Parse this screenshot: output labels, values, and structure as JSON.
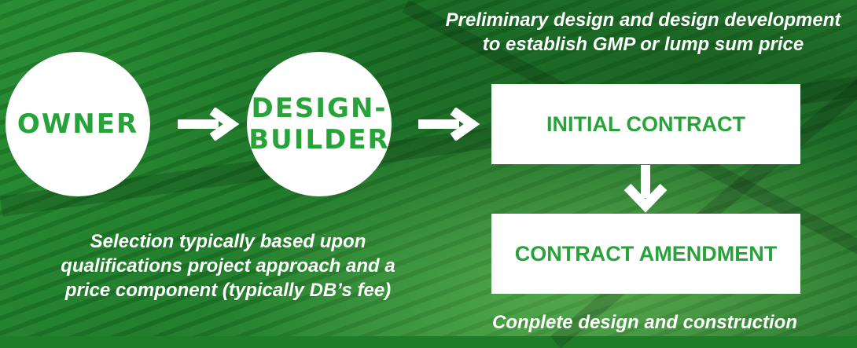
{
  "diagram": {
    "owner_label": "OWNER",
    "design_builder_label_line1": "DESIGN-",
    "design_builder_label_line2": "BUILDER",
    "initial_contract_label": "INITIAL CONTRACT",
    "contract_amendment_label": "CONTRACT AMENDMENT",
    "top_caption_line1": "Preliminary design and design development",
    "top_caption_line2": "to establish GMP or lump sum price",
    "left_caption_line1": "Selection typically based upon",
    "left_caption_line2": "qualifications project approach and a",
    "left_caption_line3": "price component (typically DB’s fee)",
    "bottom_caption": "Conplete design and construction"
  },
  "colors": {
    "accent_green": "#27a33a",
    "background_green": "#1f7d2a",
    "shape_fill": "#ffffff"
  },
  "icons": [
    "arrow-right-icon",
    "arrow-right-icon",
    "arrow-down-icon"
  ]
}
